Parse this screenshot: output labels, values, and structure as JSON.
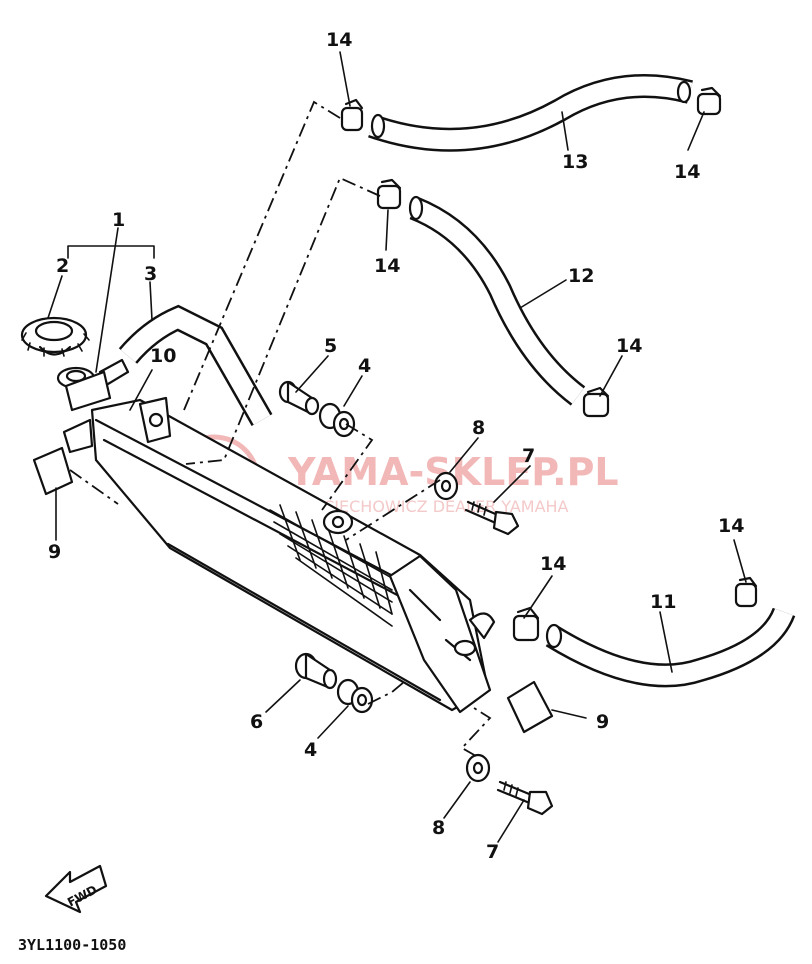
{
  "diagram_code": "3YL1100-1050",
  "fwd_label": "FWD",
  "watermark": {
    "title": "YAMA-SKLEP.PL",
    "subtitle": "WOJCIECHOWICZ DEALER YAMAHA"
  },
  "callouts": [
    {
      "id": "c1",
      "label": "1"
    },
    {
      "id": "c2",
      "label": "2"
    },
    {
      "id": "c3",
      "label": "3"
    },
    {
      "id": "c4a",
      "label": "4"
    },
    {
      "id": "c4b",
      "label": "4"
    },
    {
      "id": "c5",
      "label": "5"
    },
    {
      "id": "c6",
      "label": "6"
    },
    {
      "id": "c7a",
      "label": "7"
    },
    {
      "id": "c7b",
      "label": "7"
    },
    {
      "id": "c8a",
      "label": "8"
    },
    {
      "id": "c8b",
      "label": "8"
    },
    {
      "id": "c9a",
      "label": "9"
    },
    {
      "id": "c9b",
      "label": "9"
    },
    {
      "id": "c10",
      "label": "10"
    },
    {
      "id": "c11",
      "label": "11"
    },
    {
      "id": "c12",
      "label": "12"
    },
    {
      "id": "c13",
      "label": "13"
    },
    {
      "id": "c14a",
      "label": "14"
    },
    {
      "id": "c14b",
      "label": "14"
    },
    {
      "id": "c14c",
      "label": "14"
    },
    {
      "id": "c14d",
      "label": "14"
    },
    {
      "id": "c14e",
      "label": "14"
    },
    {
      "id": "c14f",
      "label": "14"
    }
  ]
}
